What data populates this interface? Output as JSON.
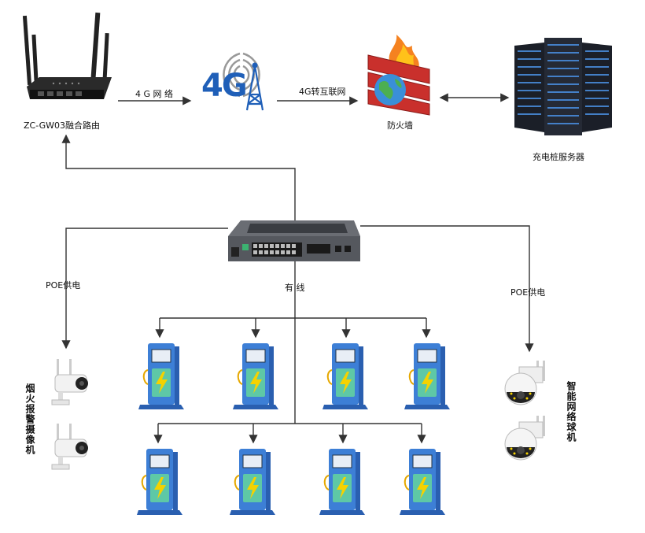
{
  "labels": {
    "router": "ZC-GW03融合路由",
    "link_4g": "4 G 网 络",
    "fourg_text": "4G",
    "link_internet": "4G转互联网",
    "firewall": "防火墙",
    "server": "充电桩服务器",
    "poe_left": "POE供电",
    "wired": "有 线",
    "poe_right": "POE供电",
    "smoke_camera": "烟火报警摄像机",
    "dome_camera": "智能网络球机"
  },
  "counts": {
    "charger_rows": 2,
    "chargers_per_row": 4
  },
  "colors": {
    "line": "#333333",
    "charger_blue": "#3d7fd6",
    "charger_screen": "#5ec8a6",
    "bolt": "#f5d200",
    "fourg_blue": "#1f5fb8"
  }
}
